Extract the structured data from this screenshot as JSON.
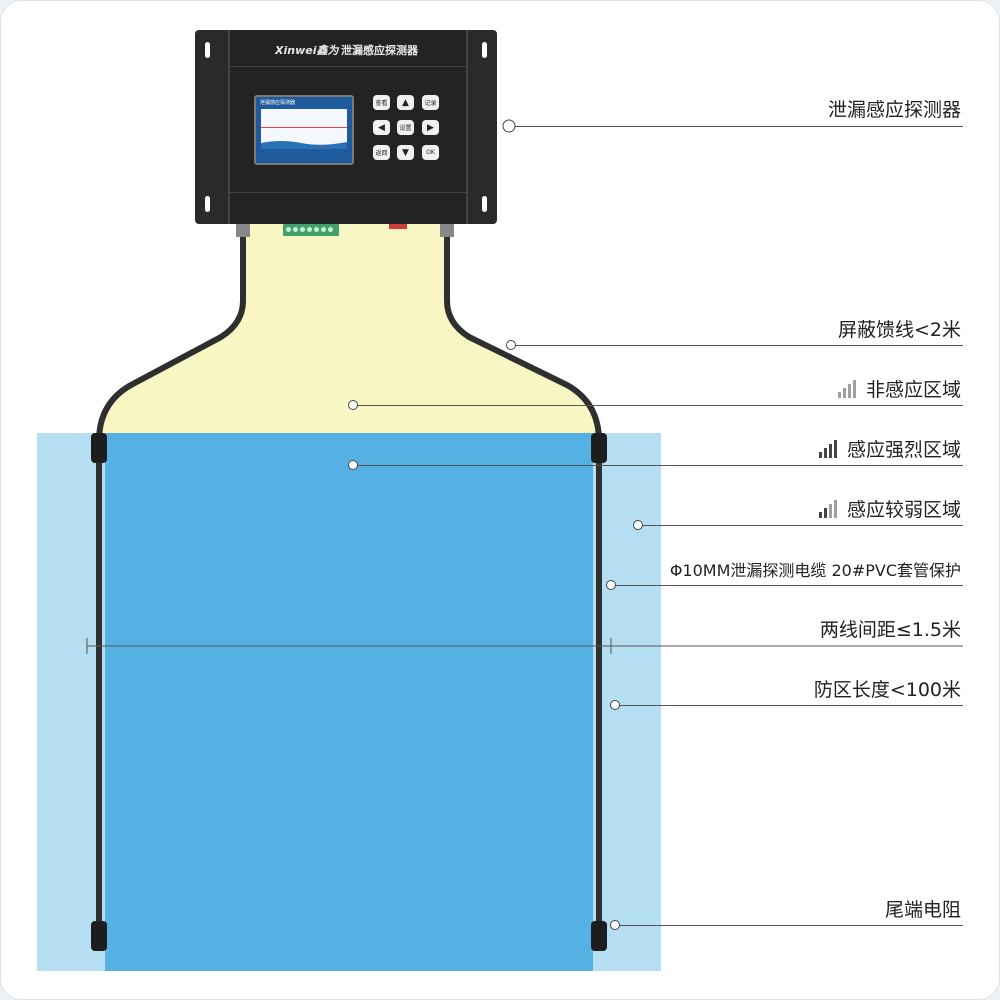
{
  "device": {
    "brand": "Xinwei鑫为",
    "name": "泄漏感应探测器",
    "screen_title": "泄漏感应探测器",
    "keys": [
      "查看",
      "记录",
      "设置",
      "返回",
      "OK"
    ]
  },
  "labels": [
    {
      "text": "泄漏感应探测器",
      "icon": ""
    },
    {
      "text": "屏蔽馈线<2米",
      "icon": ""
    },
    {
      "text": "非感应区域",
      "icon": "signal-weak-icon"
    },
    {
      "text": "感应强烈区域",
      "icon": "signal-strong-icon"
    },
    {
      "text": "感应较弱区域",
      "icon": "signal-medium-icon"
    },
    {
      "text": "Φ10MM泄漏探测电缆 20#PVC套管保护",
      "icon": ""
    },
    {
      "text": "两线间距≤1.5米",
      "icon": ""
    },
    {
      "text": "防区长度<100米",
      "icon": ""
    },
    {
      "text": "尾端电阻",
      "icon": ""
    }
  ],
  "colors": {
    "non_sensing_zone": "#f8f7c4",
    "strong_zone": "#55b1e4",
    "weak_zone": "#b6def3",
    "cable": "#2f2f2f"
  }
}
